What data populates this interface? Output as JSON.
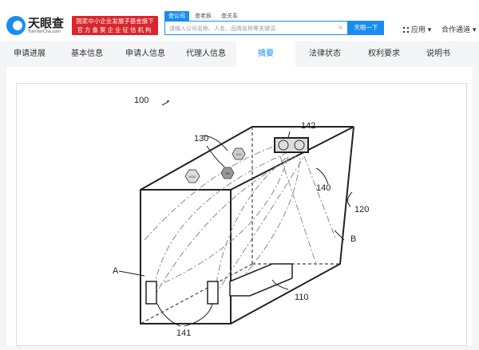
{
  "header": {
    "logo_cn": "天眼查",
    "logo_en": "TianYanCha.com",
    "badge_line1": "国家中小企业发展子基金旗下",
    "badge_line2": "官方备案企业征信机构",
    "search_tabs": [
      "查公司",
      "查老板",
      "查关系"
    ],
    "search_placeholder": "请输入公司名称、人名、品牌名称等关键词",
    "search_button": "天眼一下",
    "apps_label": "应用 ▾",
    "partner_label": "合作通道 ▾"
  },
  "tabs": [
    "申请进展",
    "基本信息",
    "申请人信息",
    "代理人信息",
    "摘要",
    "法律状态",
    "权利要求",
    "说明书"
  ],
  "active_tab": "摘要",
  "figure": {
    "labels": {
      "main": "100",
      "sensors": "130",
      "device": "142",
      "airflow": "140",
      "housing": "120",
      "side_a": "A",
      "side_b": "B",
      "unit": "110",
      "vents": "141"
    },
    "sensor_tags": [
      "VOC",
      "CO",
      "H2"
    ]
  }
}
